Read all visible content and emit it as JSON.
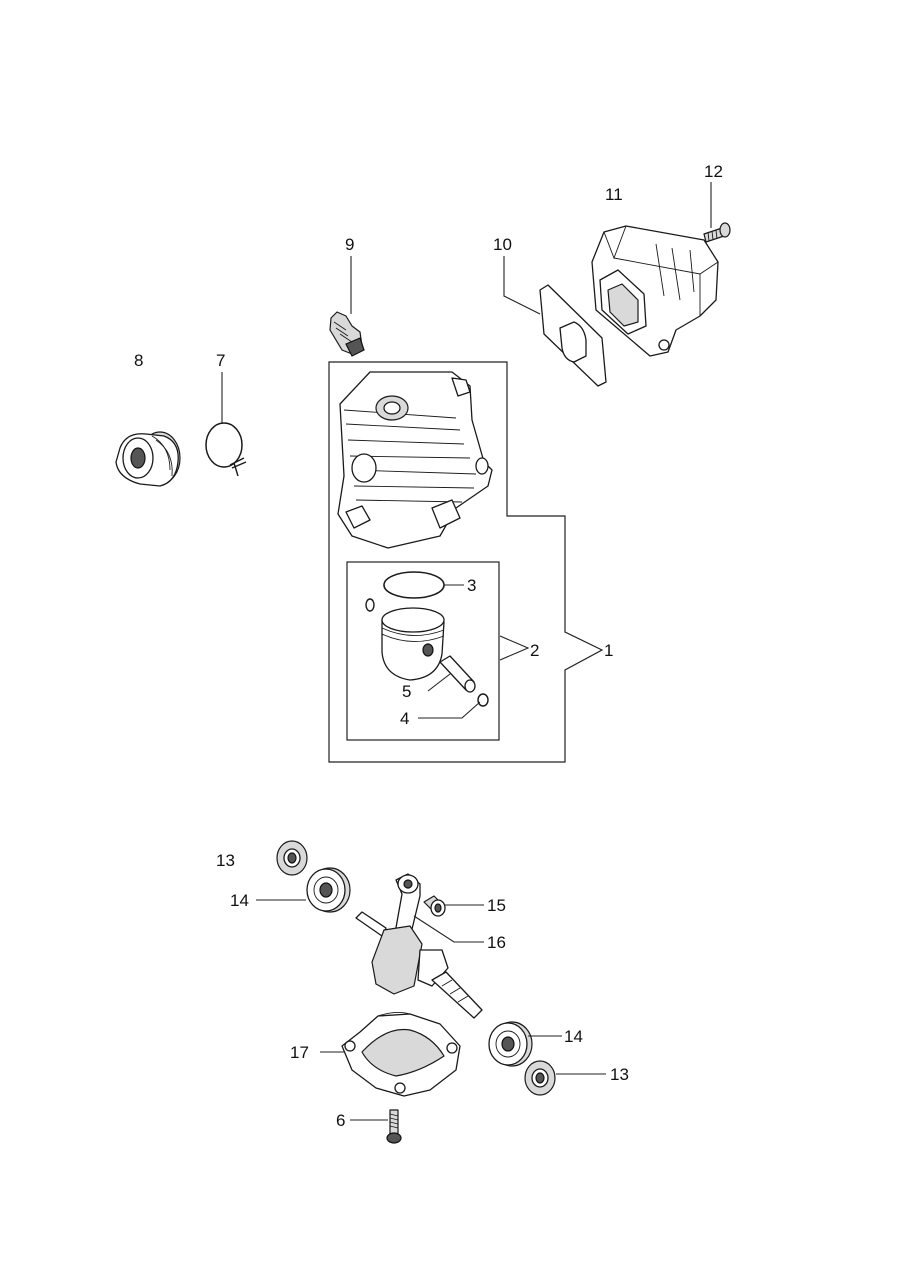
{
  "callouts": {
    "c1": "1",
    "c2": "2",
    "c3": "3",
    "c4": "4",
    "c5": "5",
    "c6": "6",
    "c7": "7",
    "c8": "8",
    "c9": "9",
    "c10": "10",
    "c11": "11",
    "c12": "12",
    "c13a": "13",
    "c13b": "13",
    "c14a": "14",
    "c14b": "14",
    "c15": "15",
    "c16": "16",
    "c17": "17"
  },
  "icons": {
    "intake-manifold": "intake-manifold-icon",
    "hose-clamp": "hose-clamp-icon",
    "spark-plug": "spark-plug-icon",
    "muffler-gasket": "muffler-gasket-icon",
    "muffler": "muffler-icon",
    "screw": "screw-icon",
    "cylinder": "cylinder-icon",
    "piston-ring": "piston-ring-icon",
    "piston": "piston-icon",
    "piston-pin": "piston-pin-icon",
    "circlip": "circlip-icon",
    "oil-seal": "oil-seal-icon",
    "ball-bearing": "ball-bearing-icon",
    "needle-bearing": "needle-bearing-icon",
    "crankshaft": "crankshaft-icon",
    "crankcase": "crankcase-icon",
    "bolt": "bolt-icon"
  }
}
